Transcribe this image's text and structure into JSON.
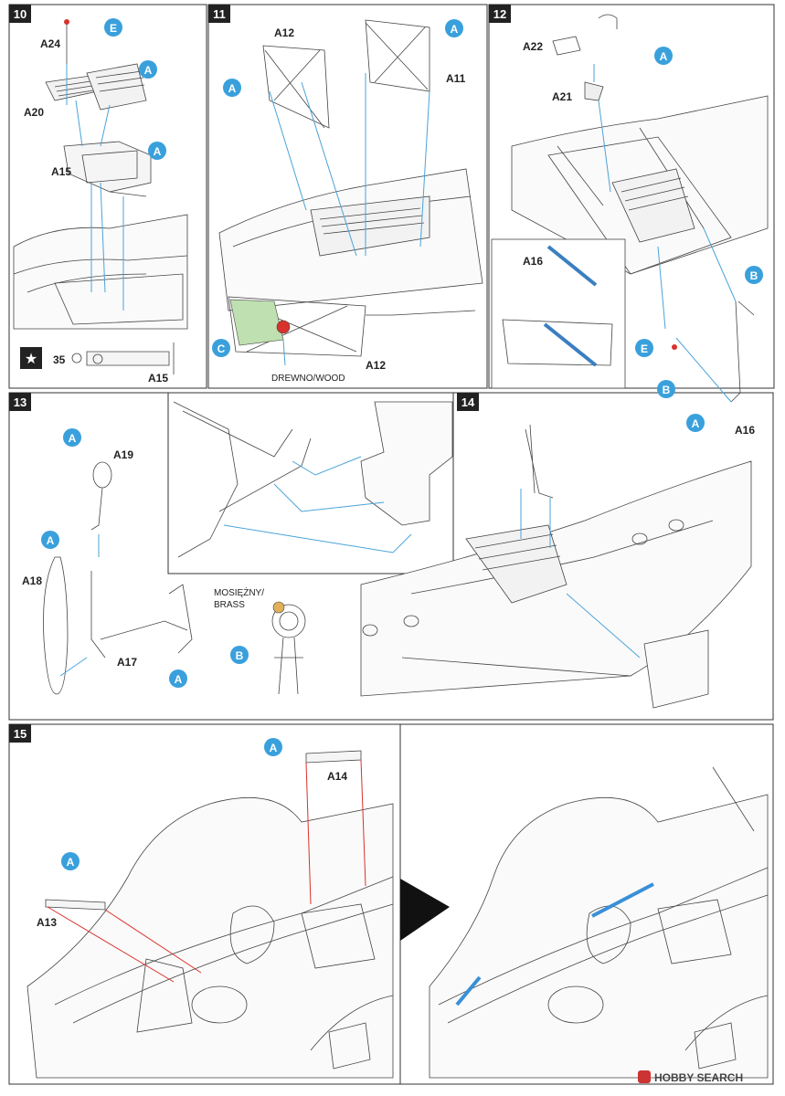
{
  "steps": {
    "s10": {
      "number": "10",
      "labels": {
        "a24": "A24",
        "a20": "A20",
        "a15": "A15",
        "a15b": "A15",
        "note_num": "35"
      },
      "callouts": {
        "e": "E",
        "a1": "A",
        "a2": "A"
      }
    },
    "s11": {
      "number": "11",
      "labels": {
        "a12": "A12",
        "a11": "A11",
        "a12b": "A12",
        "wood": "DREWNO/WOOD"
      },
      "callouts": {
        "a1": "A",
        "a2": "A",
        "c": "C"
      }
    },
    "s12": {
      "number": "12",
      "labels": {
        "a22": "A22",
        "a21": "A21",
        "a16": "A16",
        "a16b": "A16"
      },
      "callouts": {
        "a1": "A",
        "b1": "B",
        "e": "E",
        "b2": "B",
        "a2": "A"
      }
    },
    "s13": {
      "number": "13",
      "labels": {
        "a19": "A19",
        "a18": "A18",
        "a17": "A17",
        "brass": "MOSIĘŻNY/",
        "brass2": "BRASS"
      },
      "callouts": {
        "a1": "A",
        "a2": "A",
        "a3": "A",
        "b": "B"
      }
    },
    "s14": {
      "number": "14"
    },
    "s15": {
      "number": "15",
      "labels": {
        "a14": "A14",
        "a13": "A13"
      },
      "callouts": {
        "a1": "A",
        "a2": "A"
      }
    }
  },
  "watermark": {
    "text": "HOBBY SEARCH"
  },
  "colors": {
    "callout": "#3aa0dc",
    "leader": "#4aa3d8",
    "red": "#d8322c",
    "wood": "#bfe0b0",
    "brass": "#e2b05a"
  }
}
